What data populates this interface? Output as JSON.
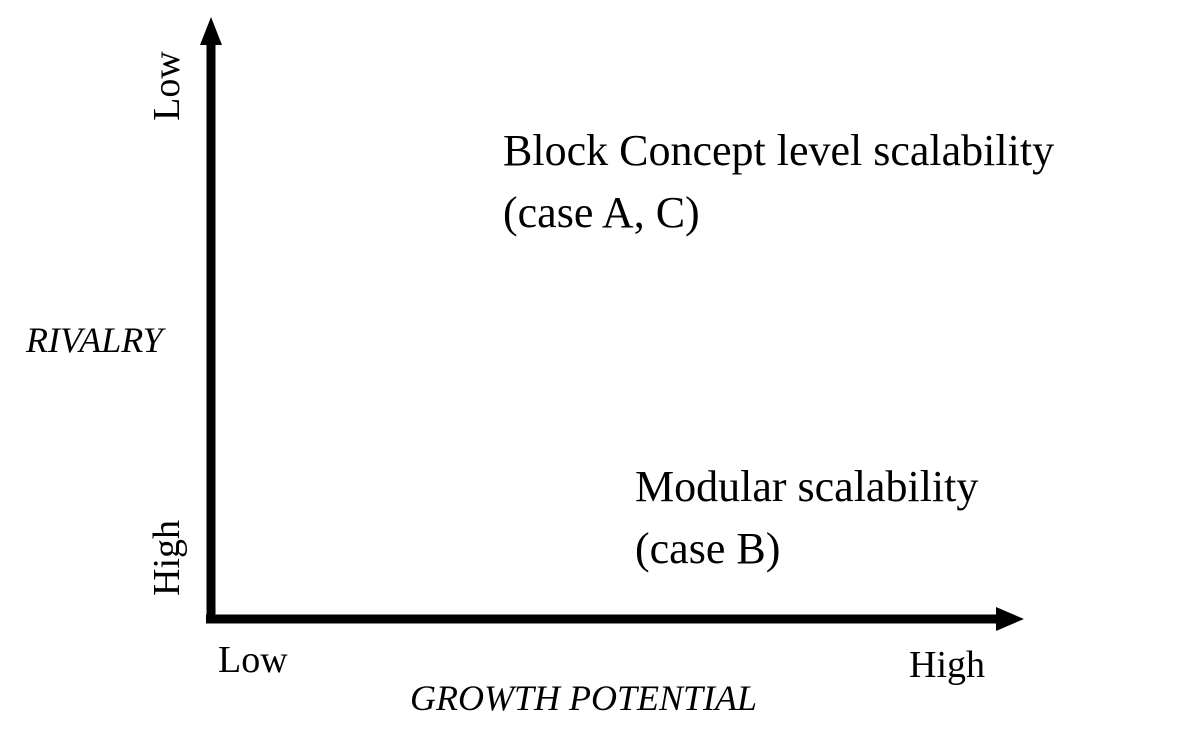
{
  "axes": {
    "x": {
      "title": "GROWTH POTENTIAL",
      "low_label": "Low",
      "high_label": "High"
    },
    "y": {
      "title": "RIVALRY",
      "top_label": "Low",
      "bottom_label": "High"
    }
  },
  "quadrants": {
    "top_right": {
      "line1": "Block Concept level scalability",
      "line2": "(case A, C)"
    },
    "bottom_right": {
      "line1": "Modular scalability",
      "line2": "(case B)"
    }
  },
  "colors": {
    "ink": "#000000",
    "background": "#ffffff"
  }
}
